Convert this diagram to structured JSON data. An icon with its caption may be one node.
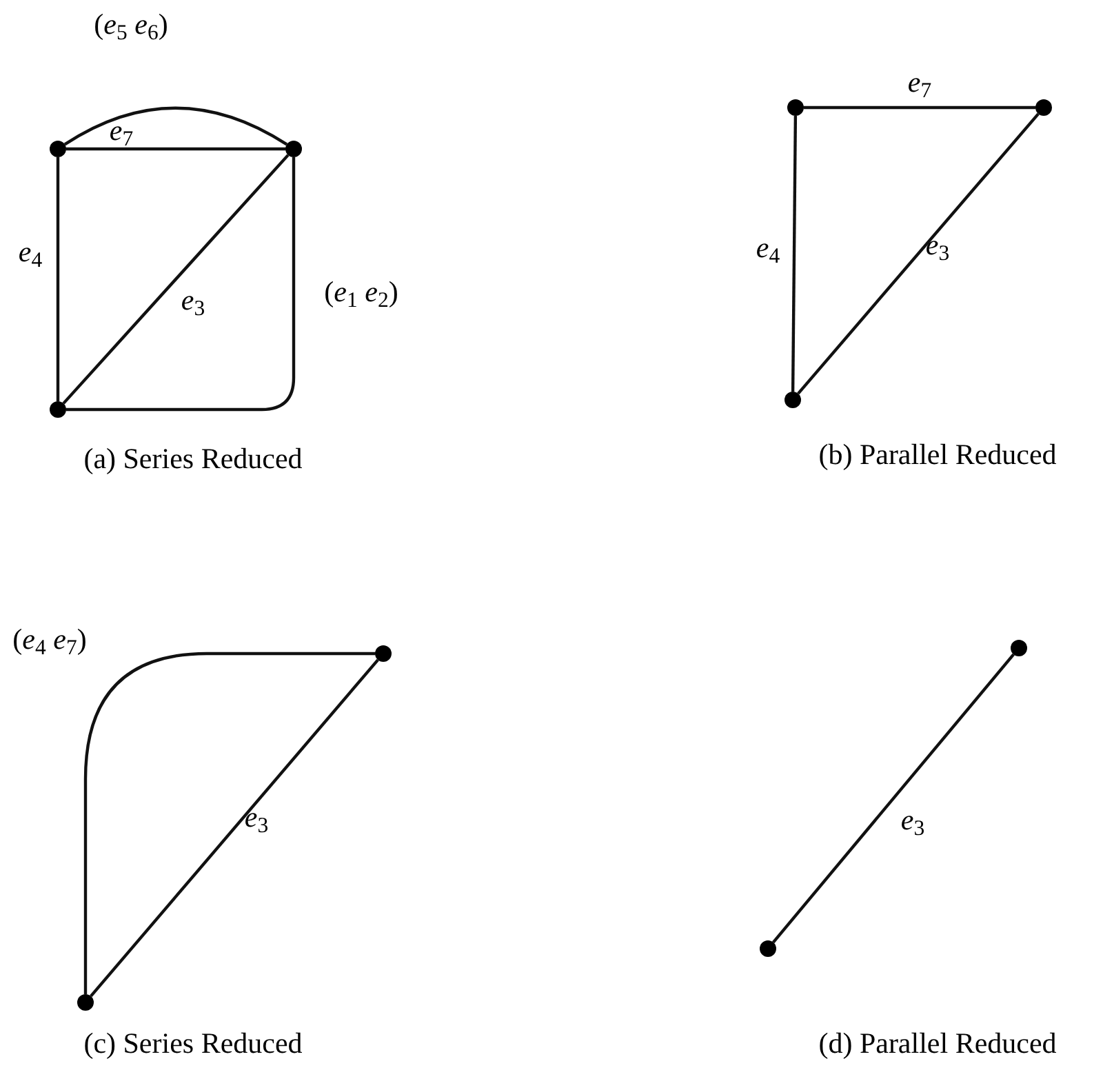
{
  "diagram": {
    "nodes": [
      {
        "text": [],
        "shape": "circle"
      },
      {
        "text": [],
        "shape": "circle"
      },
      {
        "text": [],
        "shape": "circle"
      },
      {
        "text": [],
        "shape": "circle"
      },
      {
        "text": [],
        "shape": "circle"
      },
      {
        "text": [],
        "shape": "circle"
      },
      {
        "text": [],
        "shape": "circle"
      },
      {
        "text": [],
        "shape": "circle"
      },
      {
        "text": [],
        "shape": "circle"
      },
      {
        "text": [],
        "shape": "circle"
      }
    ],
    "edges": [
      {
        "from": 0,
        "to": 1,
        "arrow": "none",
        "label": "(*e*$_{5}$ *e*$_{6}$)"
      },
      {
        "from": 0,
        "to": 1,
        "arrow": "none",
        "label": "*e*$_{7}$"
      },
      {
        "from": 0,
        "to": 2,
        "arrow": "none",
        "label": "*e*$_{4}$"
      },
      {
        "from": 2,
        "to": 1,
        "arrow": "none",
        "label": "*e*$_{3}$"
      },
      {
        "from": 2,
        "to": 1,
        "arrow": "none",
        "label": "(*e*$_{1}$ *e*$_{2}$)"
      },
      {
        "from": 3,
        "to": 4,
        "arrow": "none",
        "label": "*e*$_{7}$"
      },
      {
        "from": 3,
        "to": 5,
        "arrow": "none",
        "label": "*e*$_{4}$"
      },
      {
        "from": 5,
        "to": 4,
        "arrow": "none",
        "label": "*e*$_{3}$"
      },
      {
        "from": 7,
        "to": 6,
        "arrow": "none",
        "label": "(*e*$_{4}$ *e*$_{7}$)"
      },
      {
        "from": 7,
        "to": 6,
        "arrow": "none",
        "label": "*e*$_{3}$"
      },
      {
        "from": 9,
        "to": 8,
        "arrow": "none",
        "label": "*e*$_{3}$"
      }
    ],
    "labels": [
      "(a) Series Reduced",
      "(b) Parallel Reduced",
      "(c) Series Reduced",
      "(d) Parallel Reduced"
    ]
  }
}
